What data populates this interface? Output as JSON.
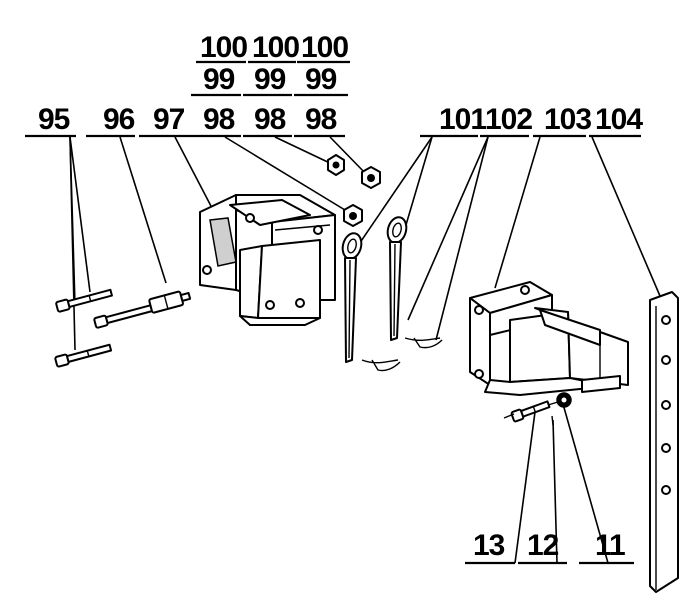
{
  "diagram": {
    "labels": {
      "l95": "95",
      "l96": "96",
      "l97": "97",
      "l98a": "98",
      "l98b": "98",
      "l98c": "98",
      "l99a": "99",
      "l99b": "99",
      "l99c": "99",
      "l100a": "100",
      "l100b": "100",
      "l100c": "100",
      "l101": "101",
      "l102": "102",
      "l103": "103",
      "l104": "104",
      "l13": "13",
      "l12": "12",
      "l11": "11"
    }
  }
}
